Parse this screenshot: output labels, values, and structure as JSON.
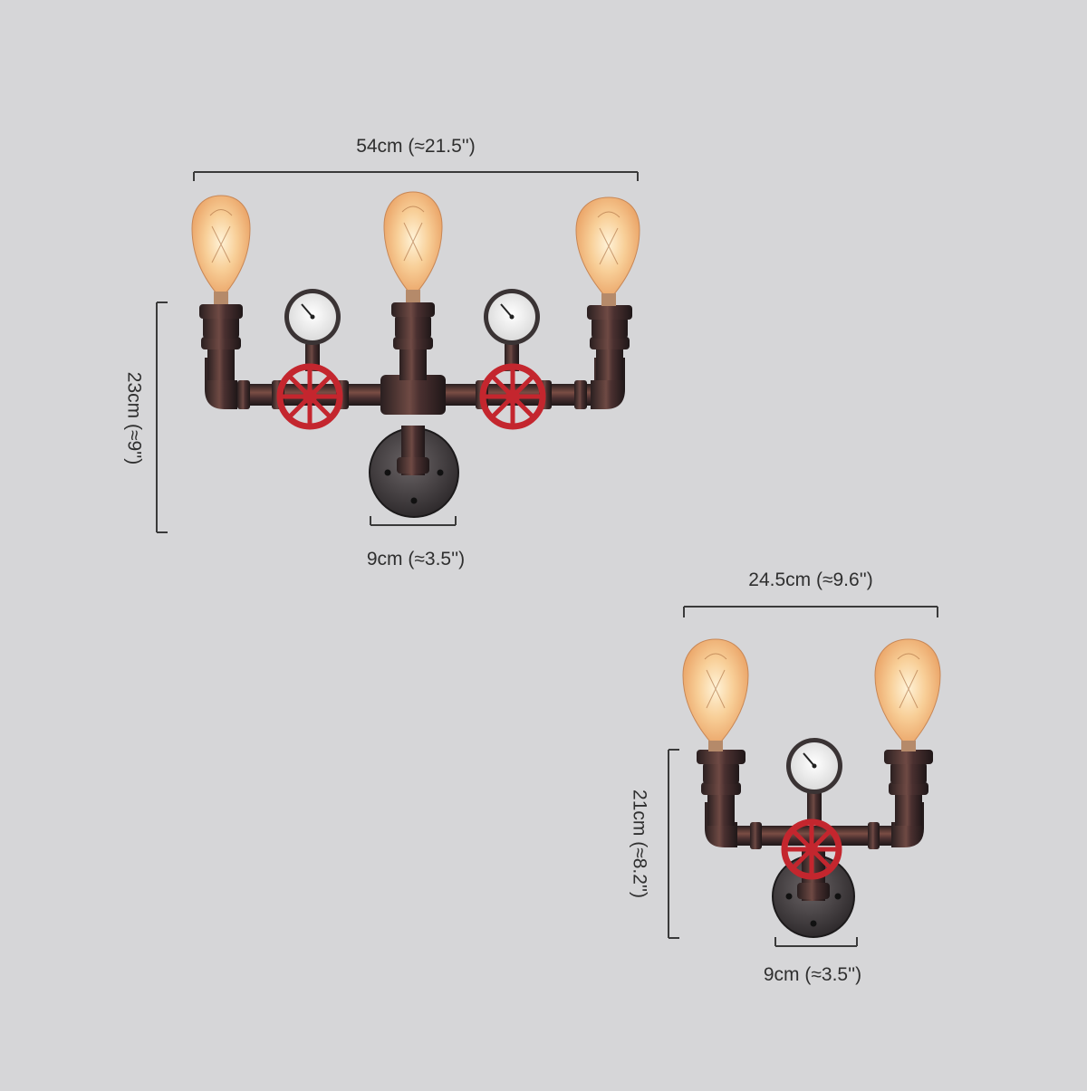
{
  "large_fixture": {
    "bulb_count": 3,
    "gauge_count": 2,
    "width_label": "54cm (≈21.5'')",
    "height_label": "23cm (≈9'')",
    "base_label": "9cm (≈3.5'')"
  },
  "small_fixture": {
    "bulb_count": 2,
    "gauge_count": 1,
    "width_label": "24.5cm (≈9.6'')",
    "height_label": "21cm (≈8.2'')",
    "base_label": "9cm (≈3.5'')"
  },
  "colors": {
    "background": "#d6d6d8",
    "pipe": "#3a2c2c",
    "rust": "#6b3a32",
    "valve": "#c4262e",
    "bulb_glow": "#f4c08a",
    "dim_line": "#3a3a3a"
  }
}
